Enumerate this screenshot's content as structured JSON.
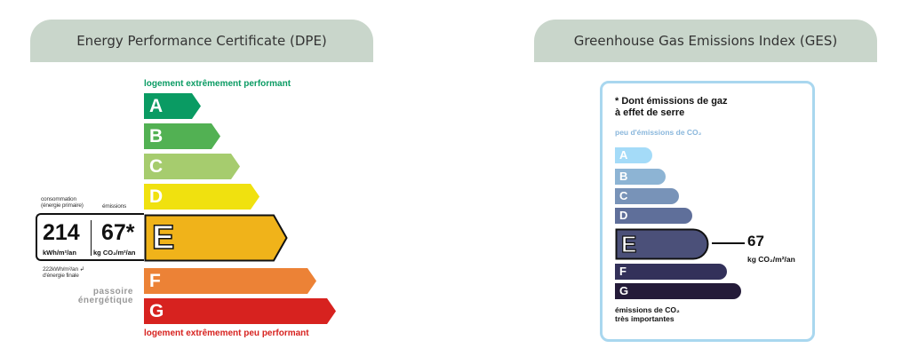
{
  "dpe": {
    "tab_title": "Energy Performance Certificate (DPE)",
    "top_label": "logement extrêmement performant",
    "bottom_label": "logement extrêmement peu performant",
    "consumption_label_1": "consommation",
    "consumption_label_2": "(énergie primaire)",
    "emissions_label": "émissions",
    "consumption_value": "214",
    "consumption_unit": "kWh/m²/an",
    "emissions_value": "67*",
    "emissions_unit": "kg CO₂/m²/an",
    "final_energy_1": "222kWh/m²/an",
    "final_energy_2": "d'énergie finale",
    "passoire_1": "passoire",
    "passoire_2": "énergétique",
    "current_class": "E",
    "classes": [
      {
        "letter": "A",
        "color": "#0a9b63"
      },
      {
        "letter": "B",
        "color": "#52b153"
      },
      {
        "letter": "C",
        "color": "#a6cc6e"
      },
      {
        "letter": "D",
        "color": "#f0e10f"
      },
      {
        "letter": "E",
        "color": "#f0b31a"
      },
      {
        "letter": "F",
        "color": "#ec8236"
      },
      {
        "letter": "G",
        "color": "#d7221f"
      }
    ],
    "top_label_color": "#0a9b63",
    "bottom_label_color": "#d7221f"
  },
  "ges": {
    "tab_title": "Greenhouse Gas Emissions Index (GES)",
    "header_1": "* Dont émissions de gaz",
    "header_2": "à effet de serre",
    "top_label": "peu d'émissions de CO₂",
    "bottom_label_1": "émissions de CO₂",
    "bottom_label_2": "très importantes",
    "value": "67",
    "unit": "kg CO₂/m²/an",
    "current_class": "E",
    "classes": [
      {
        "letter": "A",
        "color": "#a4dbf8"
      },
      {
        "letter": "B",
        "color": "#8db4d4"
      },
      {
        "letter": "C",
        "color": "#7893b8"
      },
      {
        "letter": "D",
        "color": "#5f6f9a"
      },
      {
        "letter": "E",
        "color": "#4b5079"
      },
      {
        "letter": "F",
        "color": "#33315a"
      },
      {
        "letter": "G",
        "color": "#241b39"
      }
    ],
    "border_color": "#a9d7ef",
    "top_label_color": "#8ab7dc"
  }
}
